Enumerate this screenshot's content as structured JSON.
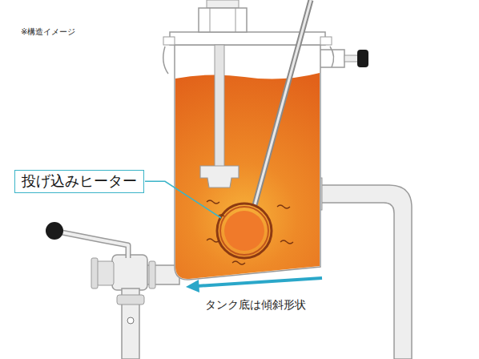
{
  "diagram": {
    "nodes": [
      {
        "text": [
          "投げ込みヒーター"
        ]
      }
    ],
    "labels": [
      "※構造イメージ",
      "タンク底は傾斜形状"
    ]
  }
}
